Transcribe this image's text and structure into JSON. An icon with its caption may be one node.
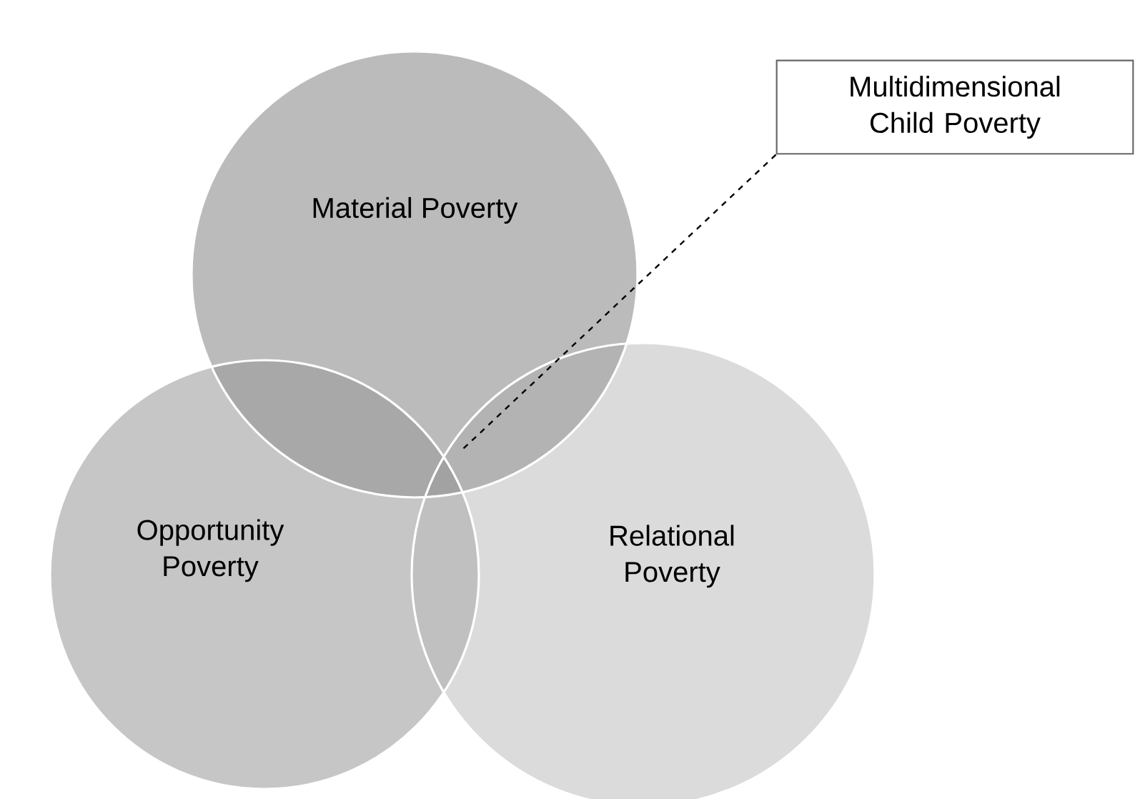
{
  "diagram": {
    "nodes": [
      {
        "text": [
          "Multidimensional Child Poverty"
        ]
      },
      {
        "text": [
          "Material Poverty"
        ]
      },
      {
        "text": [
          "Opportunity Poverty"
        ]
      },
      {
        "text": [
          "Relational Poverty"
        ]
      }
    ],
    "edges": [
      {
        "from": 0,
        "to": 1,
        "arrow": "none",
        "style": "dashed"
      }
    ]
  }
}
